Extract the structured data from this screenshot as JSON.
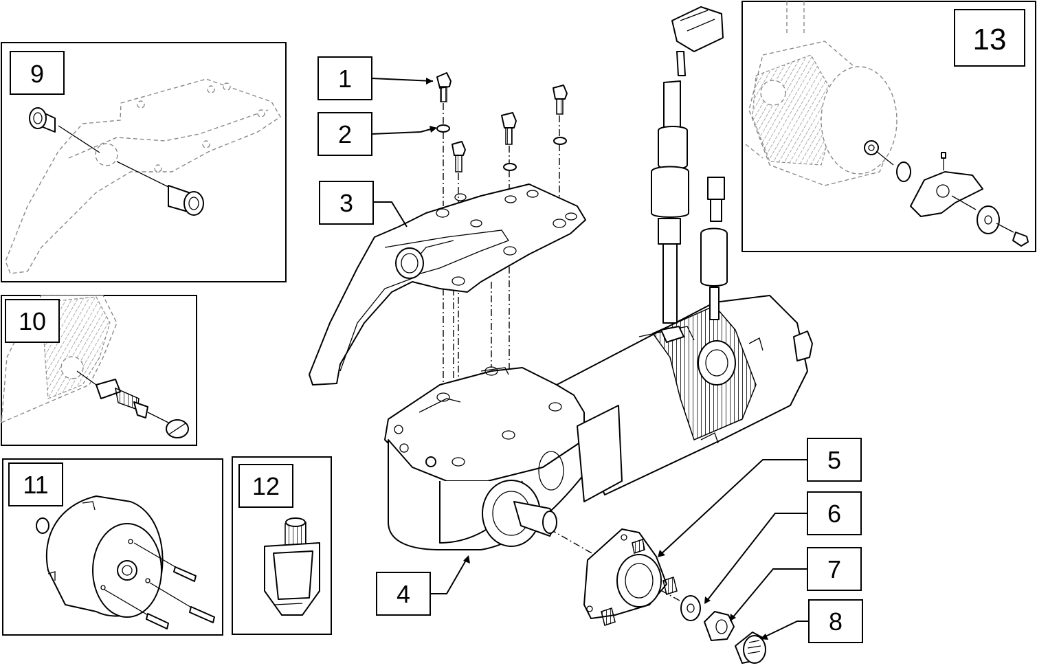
{
  "callouts": {
    "c1": "1",
    "c2": "2",
    "c3": "3",
    "c4": "4",
    "c5": "5",
    "c6": "6",
    "c7": "7",
    "c8": "8",
    "c9": "9",
    "c10": "10",
    "c11": "11",
    "c12": "12",
    "c13": "13"
  },
  "colors": {
    "line": "#000000",
    "ghost": "#888888",
    "background": "#ffffff"
  }
}
